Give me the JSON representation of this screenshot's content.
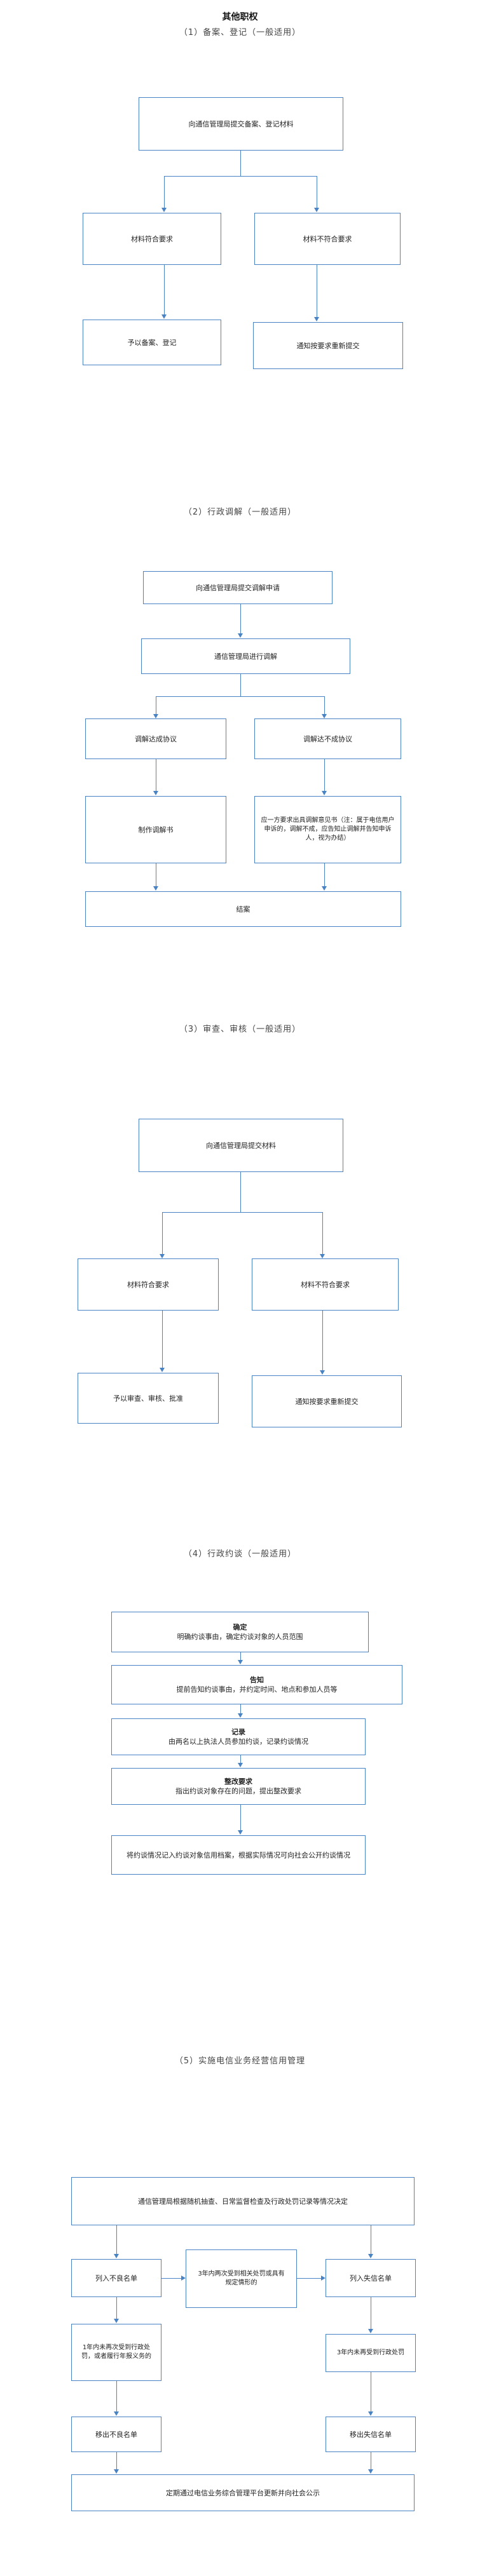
{
  "title": "其他职权",
  "s1": {
    "heading": "（1）备案、登记（一般适用）",
    "submit": "向通信管理局提交备案、登记材料",
    "ok": "材料符合要求",
    "notok": "材料不符合要求",
    "grant": "予以备案、登记",
    "resubmit": "通知按要求重新提交"
  },
  "s2": {
    "heading": "（2）行政调解（一般适用）",
    "apply": "向通信管理局提交调解申请",
    "mediate": "通信管理局进行调解",
    "agree": "调解达成协议",
    "disagree": "调解达不成协议",
    "document": "制作调解书",
    "opinion": "应一方要求出具调解意见书（注：属于电信用户申诉的，调解不成，应告知止调解并告知申诉人，视为办结）",
    "close": "结案"
  },
  "s3": {
    "heading": "（3）审查、审核（一般适用）",
    "submit": "向通信管理局提交材料",
    "ok": "材料符合要求",
    "notok": "材料不符合要求",
    "approve": "予以审查、审核、批准",
    "resubmit": "通知按要求重新提交"
  },
  "s4": {
    "heading": "（4）行政约谈（一般适用）",
    "steps": [
      {
        "title": "确定",
        "text": "明确约谈事由，确定约谈对象的人员范围"
      },
      {
        "title": "告知",
        "text": "提前告知约谈事由，并约定时间、地点和参加人员等"
      },
      {
        "title": "记录",
        "text": "由两名以上执法人员参加约谈，记录约谈情况"
      },
      {
        "title": "整改要求",
        "text": "指出约谈对象存在的问题，提出整改要求"
      },
      {
        "title": "",
        "text": "将约谈情况记入约谈对象信用档案，根据实际情况可向社会公开约谈情况"
      }
    ]
  },
  "s5": {
    "heading": "（5）实施电信业务经营信用管理",
    "decide": "通信管理局根据随机抽查、日常监督检查及行政处罚记录等情况决定",
    "bad_list": "列入不良名单",
    "middle": "3年内两次受到相关处罚或具有规定情形的",
    "dishonest_list": "列入失信名单",
    "bad_cond": "1年内未再次受到行政处罚，或者履行年报义务的",
    "dishonest_cond": "3年内未再受到行政处罚",
    "remove_bad": "移出不良名单",
    "remove_dishonest": "移出失信名单",
    "publish": "定期通过电信业务综合管理平台更新并向社会公示"
  }
}
